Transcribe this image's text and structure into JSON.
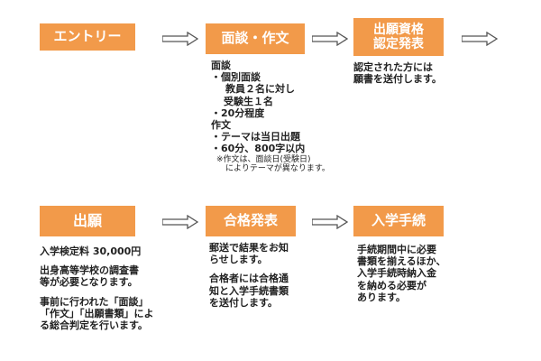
{
  "colors": {
    "accent": "#f29a4a",
    "arrow": "#555555",
    "text": "#222222"
  },
  "steps": {
    "entry": "エントリー",
    "interview": "面談・作文",
    "qualification_line1": "出願資格",
    "qualification_line2": "認定発表",
    "application": "出願",
    "acceptance": "合格発表",
    "enrollment": "入学手続"
  },
  "details": {
    "interview": {
      "heading1": "面談",
      "l1": "・個別面談",
      "l2": "教員２名に対し",
      "l3": "受験生１名",
      "l4": "・20分程度",
      "heading2": "作文",
      "l5": "・テーマは当日出題",
      "l6": "・60分、800字以内",
      "note1": "※作文は、面談日(受験日)",
      "note2": "によりテーマが異なります。"
    },
    "qualification": {
      "l1": "認定された方には",
      "l2": "願書を送付します。"
    },
    "application": {
      "fee": "入学検定料 30,000円",
      "p2_l1": "出身高等学校の調査書",
      "p2_l2": "等が必要となります。",
      "p3_l1": "事前に行われた「面談」",
      "p3_l2": "「作文」「出願書類」によ",
      "p3_l3": "る総合判定を行います。"
    },
    "acceptance": {
      "p1_l1": "郵送で結果をお知",
      "p1_l2": "らせします。",
      "p2_l1": "合格者には合格通",
      "p2_l2": "知と入学手続書類",
      "p2_l3": "を送付します。"
    },
    "enrollment": {
      "l1": "手続期間中に必要",
      "l2": "書類を揃えるほか、",
      "l3": "入学手続時納入金",
      "l4": "を納める必要が",
      "l5": "あります。"
    }
  }
}
